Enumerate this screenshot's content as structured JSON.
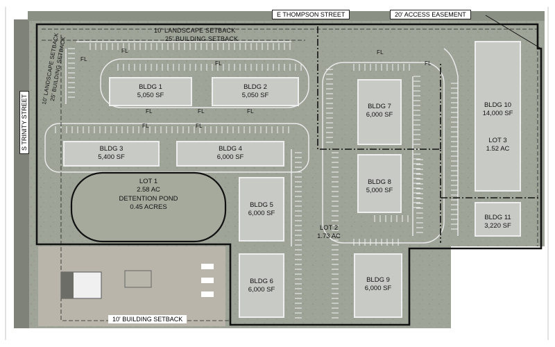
{
  "streets": {
    "north": "E THOMPSON STREET",
    "west": "S TRINITY STREET",
    "easement": "20' ACCESS EASEMENT"
  },
  "setbacks": {
    "landscape_top": "10' LANDSCAPE SETBACK",
    "building_top": "25' BUILDING SETBACK",
    "landscape_side": "10' LANDSCAPE SETBACK",
    "building_side": "25' BUILDING SETBACK",
    "building_bottom": "10' BUILDING SETBACK"
  },
  "buildings": [
    {
      "id": "bldg1",
      "name": "BLDG 1",
      "area": "5,050 SF"
    },
    {
      "id": "bldg2",
      "name": "BLDG 2",
      "area": "5,050 SF"
    },
    {
      "id": "bldg3",
      "name": "BLDG 3",
      "area": "5,400 SF"
    },
    {
      "id": "bldg4",
      "name": "BLDG 4",
      "area": "6,000 SF"
    },
    {
      "id": "bldg5",
      "name": "BLDG 5",
      "area": "6,000 SF"
    },
    {
      "id": "bldg6",
      "name": "BLDG 6",
      "area": "6,000 SF"
    },
    {
      "id": "bldg7",
      "name": "BLDG 7",
      "area": "6,000 SF"
    },
    {
      "id": "bldg8",
      "name": "BLDG 8",
      "area": "5,000 SF"
    },
    {
      "id": "bldg9",
      "name": "BLDG 9",
      "area": "6,000 SF"
    },
    {
      "id": "bldg10",
      "name": "BLDG 10",
      "area": "14,000 SF"
    },
    {
      "id": "bldg11",
      "name": "BLDG 11",
      "area": "3,220 SF"
    }
  ],
  "lots": {
    "lot1": {
      "name": "LOT 1",
      "area": "2.58 AC"
    },
    "lot2": {
      "name": "LOT 2",
      "area": "1.73 AC"
    },
    "lot3": {
      "name": "LOT 3",
      "area": "1.52 AC"
    }
  },
  "pond": {
    "name": "DETENTION POND",
    "area": "0.45 ACRES"
  },
  "fire_lane": "FL",
  "colors": {
    "aerial_base": "#9ea59a",
    "building_fill": "#c7c9c5",
    "pond_fill": "#a7ab9f",
    "boundary": "#111111",
    "paving_lines": "#f2f2f2"
  }
}
